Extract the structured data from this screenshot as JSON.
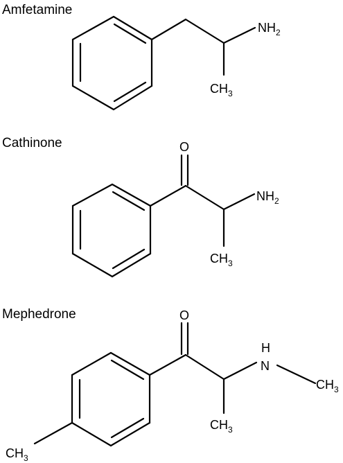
{
  "molecules": [
    {
      "name": "Amfetamine",
      "labels": {
        "amine": {
          "main": "NH",
          "sub": "2"
        },
        "methyl": {
          "main": "CH",
          "sub": "3"
        }
      }
    },
    {
      "name": "Cathinone",
      "labels": {
        "oxygen": "O",
        "amine": {
          "main": "NH",
          "sub": "2"
        },
        "methyl": {
          "main": "CH",
          "sub": "3"
        }
      }
    },
    {
      "name": "Mephedrone",
      "labels": {
        "oxygen": "O",
        "hydrogen": "H",
        "nitrogen": "N",
        "n_methyl": {
          "main": "CH",
          "sub": "3"
        },
        "methyl": {
          "main": "CH",
          "sub": "3"
        },
        "ring_methyl": {
          "main": "CH",
          "sub": "3"
        }
      }
    }
  ]
}
